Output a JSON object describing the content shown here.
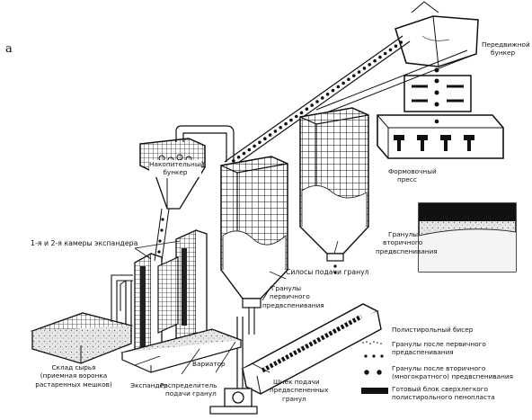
{
  "figure_letter": "a",
  "labels": {
    "mobile_bunker": [
      "Передвижной",
      "бункер"
    ],
    "storage_bunker": [
      "Накопительный",
      "бункер"
    ],
    "expander_chambers": "1-я и 2-я камеры экспандера",
    "molding_press": [
      "Формовочный",
      "пресс"
    ],
    "secondary_granules": [
      "Гранулы",
      "вторичного",
      "предвспенивания"
    ],
    "silos": "Силосы подачи гранул",
    "primary_granules": [
      "Гранулы",
      "первичного",
      "предвспенивания"
    ],
    "raw_store": [
      "Склад сырья",
      "(приемная воронка",
      "растаренных мешков)"
    ],
    "expander": "Экспандер",
    "distributor": [
      "Распределитель",
      "подачи гранул"
    ],
    "variator": "Вариатор",
    "screw_feeder": [
      "Шнек подачи",
      "предвспененных",
      "гранул"
    ]
  },
  "legend": [
    {
      "symbol": "tiny-dots",
      "lines": [
        "Полистирольный бисер"
      ]
    },
    {
      "symbol": "small-dots",
      "lines": [
        "Гранулы после первичного",
        "предвспенивания"
      ]
    },
    {
      "symbol": "large-dots",
      "lines": [
        "Гранулы после вторичного",
        "(многократного) предвспенивания"
      ]
    },
    {
      "symbol": "black-bar",
      "lines": [
        "Готовый блок сверхлегкого",
        "полистирольного пенопласта"
      ]
    }
  ]
}
